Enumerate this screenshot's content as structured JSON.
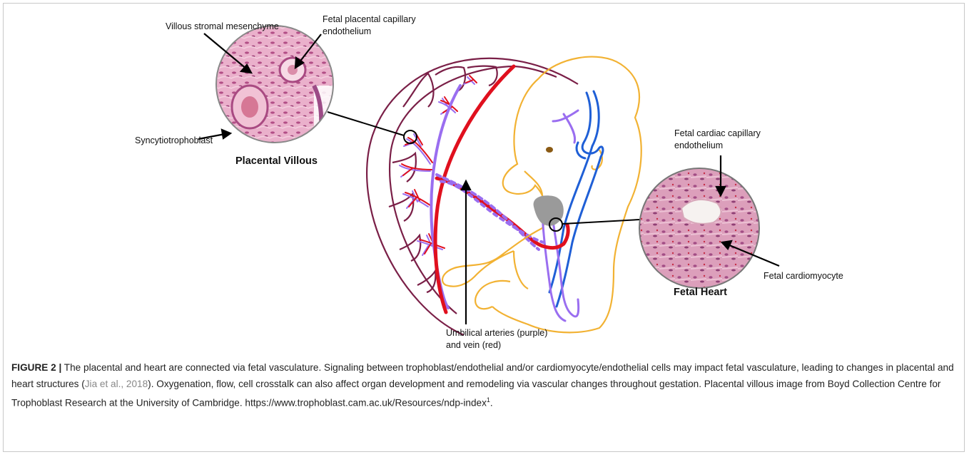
{
  "figure": {
    "labels": {
      "villous_stromal": "Villous stromal mesenchyme",
      "fetal_placental_1": "Fetal placental capillary",
      "fetal_placental_2": "endothelium",
      "syncytiotrophoblast": "Syncytiotrophoblast",
      "placental_villous": "Placental Villous",
      "fetal_cardiac_1": "Fetal cardiac capillary",
      "fetal_cardiac_2": "endothelium",
      "fetal_cardiomyocyte": "Fetal cardiomyocyte",
      "fetal_heart": "Fetal Heart",
      "umbilical_1": "Umbilical arteries (purple)",
      "umbilical_2": "and vein (red)"
    },
    "colors": {
      "uterus": "#7a1f47",
      "vein": "#e0101e",
      "artery": "#9a6ef0",
      "fetus_outline": "#f2b233",
      "fetal_vessel_blue": "#1f5fd6",
      "heart_gray": "#9a9a9a",
      "histology_pink": "#e8a6c4",
      "histology_purple": "#b6518a"
    }
  },
  "caption": {
    "label": "FIGURE 2 |",
    "text_1": " The placental and heart are connected via fetal vasculature. Signaling between trophoblast/endothelial and/or cardiomyocyte/endothelial cells may impact fetal vasculature, leading to changes in placental and heart structures (",
    "citation": "Jia et al., 2018",
    "text_2": "). Oxygenation, flow, cell crosstalk can also affect organ development and remodeling via vascular changes throughout gestation. Placental villous image from Boyd Collection Centre for Trophoblast Research at the University of Cambridge. https://www.trophoblast.cam.ac.uk/Resources/ndp-index",
    "footnote": "1",
    "text_3": "."
  }
}
